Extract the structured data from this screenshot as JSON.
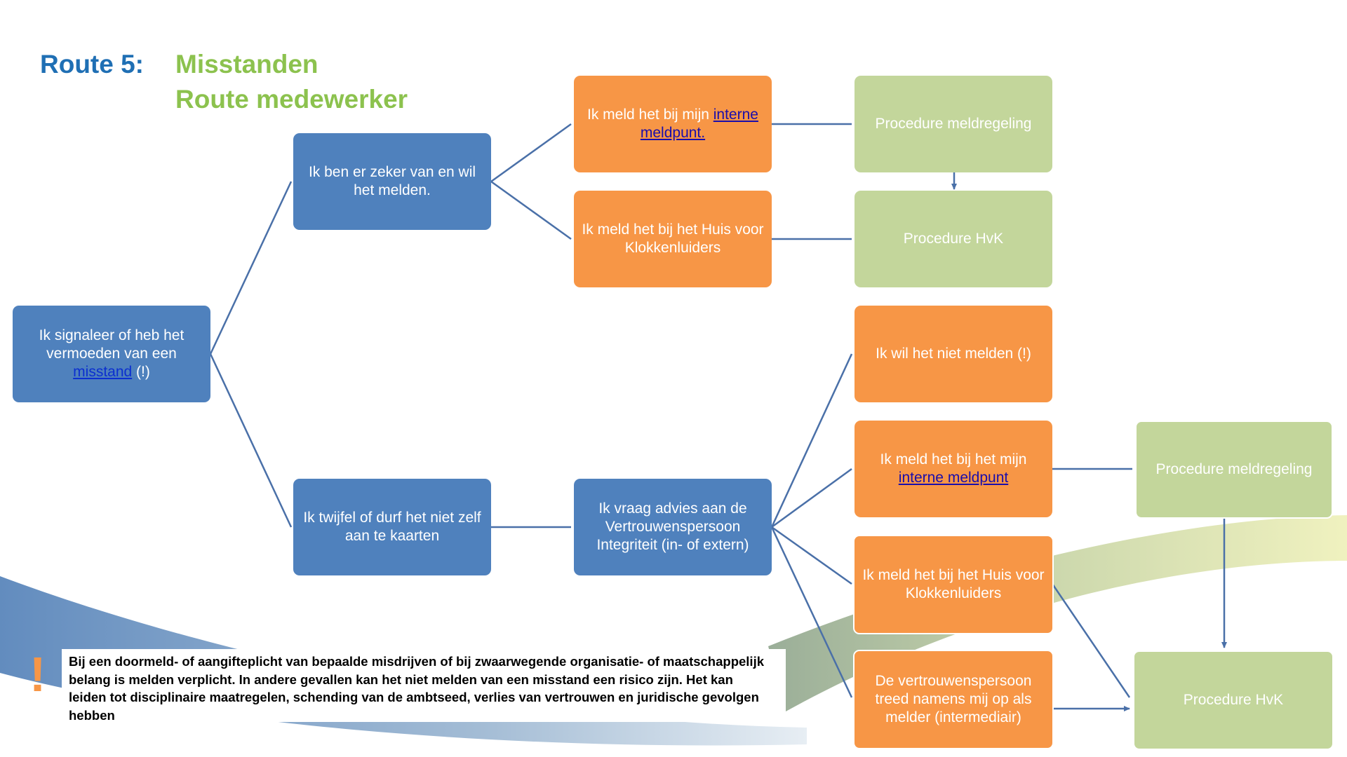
{
  "title": {
    "route": "Route 5:",
    "line1": "Misstanden",
    "line2": "Route medewerker"
  },
  "colors": {
    "title_blue": "#1f6fb4",
    "title_green": "#8cc24e",
    "box_blue": "#4f81bd",
    "box_orange": "#f79646",
    "box_green": "#c3d69b",
    "connector": "#4a70a8",
    "warning": "#f79646"
  },
  "nodes": {
    "signal": {
      "pre": "Ik signaleer of heb het vermoeden van een ",
      "link": "misstand",
      "post": " (!)"
    },
    "zeker": {
      "text": "Ik ben er zeker van en wil het melden."
    },
    "twijfel": {
      "text": "Ik twijfel of durf het niet zelf aan te kaarten"
    },
    "intern1": {
      "pre": "Ik meld het bij mijn ",
      "link": "interne meldpunt."
    },
    "huis1": {
      "text": "Ik meld het bij het Huis voor Klokkenluiders"
    },
    "advies": {
      "text": "Ik vraag advies aan de Vertrouwenspersoon Integriteit (in- of extern)"
    },
    "proc1": {
      "text": "Procedure meldregeling"
    },
    "hvk1": {
      "text": "Procedure HvK"
    },
    "nietm": {
      "text": "Ik wil het niet melden (!)"
    },
    "intern2": {
      "pre": "Ik meld het bij het mijn ",
      "link": "interne meldpunt"
    },
    "huis2": {
      "text": "Ik meld het bij het Huis voor Klokkenluiders"
    },
    "vertr": {
      "text": "De vertrouwenspersoon treed namens mij op als melder (intermediair)"
    },
    "proc2": {
      "text": "Procedure meldregeling"
    },
    "hvk2": {
      "text": "Procedure HvK"
    }
  },
  "note": {
    "mark": "!",
    "text": "Bij een doormeld- of aangifteplicht van bepaalde misdrijven of bij zwaarwegende organisatie- of maatschappelijk belang is melden verplicht. In andere gevallen kan het niet melden van een misstand een risico zijn. Het kan leiden tot disciplinaire maatregelen, schending van de ambtseed, verlies van vertrouwen en juridische gevolgen hebben"
  }
}
